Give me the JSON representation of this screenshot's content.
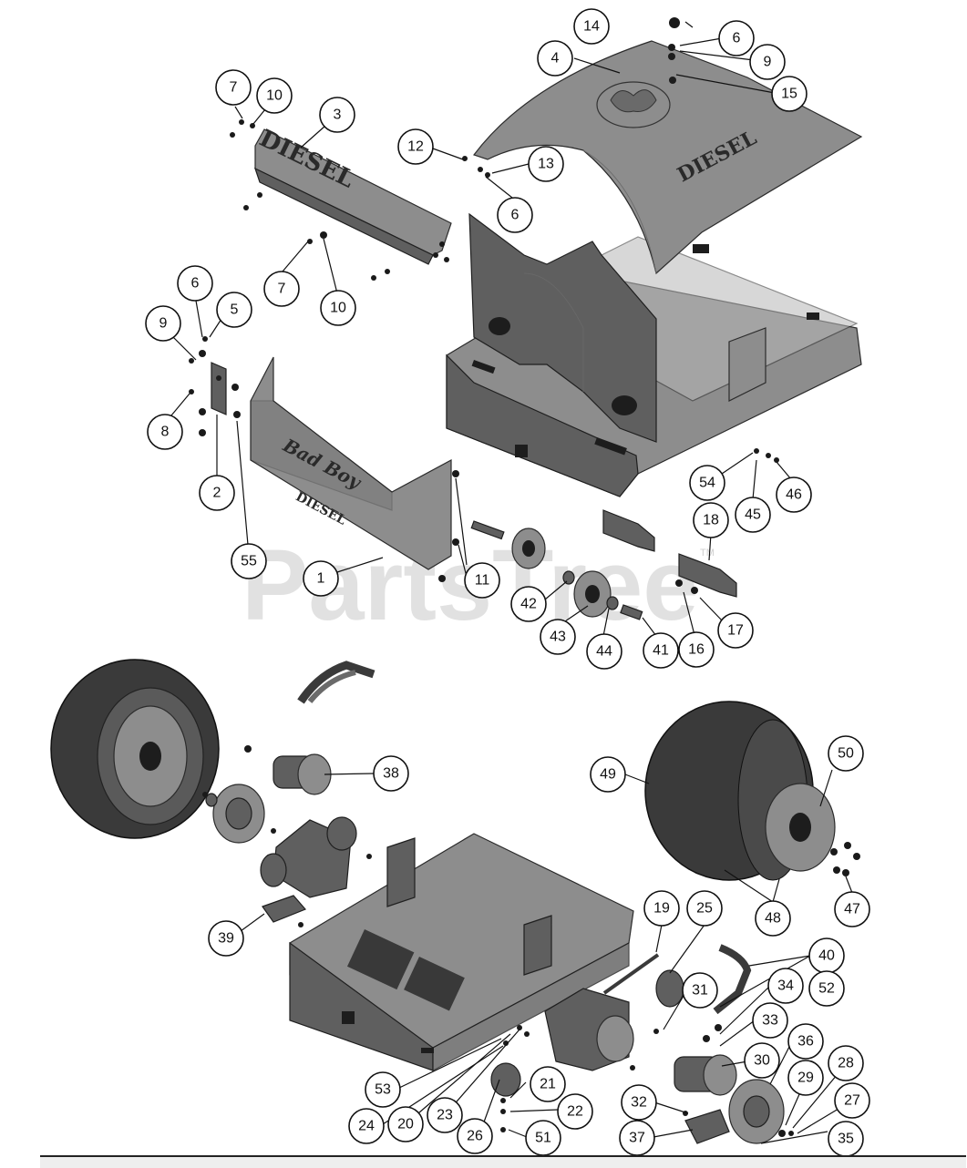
{
  "diagram": {
    "watermark": "PartsTree",
    "trademark": "TM",
    "embossed": {
      "seat_panel_text": "DIESEL",
      "hood_text": "DIESEL",
      "front_panel_text": "DIESEL",
      "front_panel_logo": "Bad Boy"
    },
    "callouts": [
      "1",
      "2",
      "3",
      "4",
      "5",
      "6",
      "7",
      "8",
      "9",
      "10",
      "11",
      "12",
      "13",
      "14",
      "15",
      "16",
      "17",
      "18",
      "19",
      "20",
      "21",
      "22",
      "23",
      "24",
      "25",
      "26",
      "27",
      "28",
      "29",
      "30",
      "31",
      "32",
      "33",
      "34",
      "35",
      "36",
      "37",
      "38",
      "39",
      "40",
      "41",
      "42",
      "43",
      "44",
      "45",
      "46",
      "47",
      "48",
      "49",
      "50",
      "51",
      "52",
      "53",
      "54",
      "55"
    ]
  }
}
